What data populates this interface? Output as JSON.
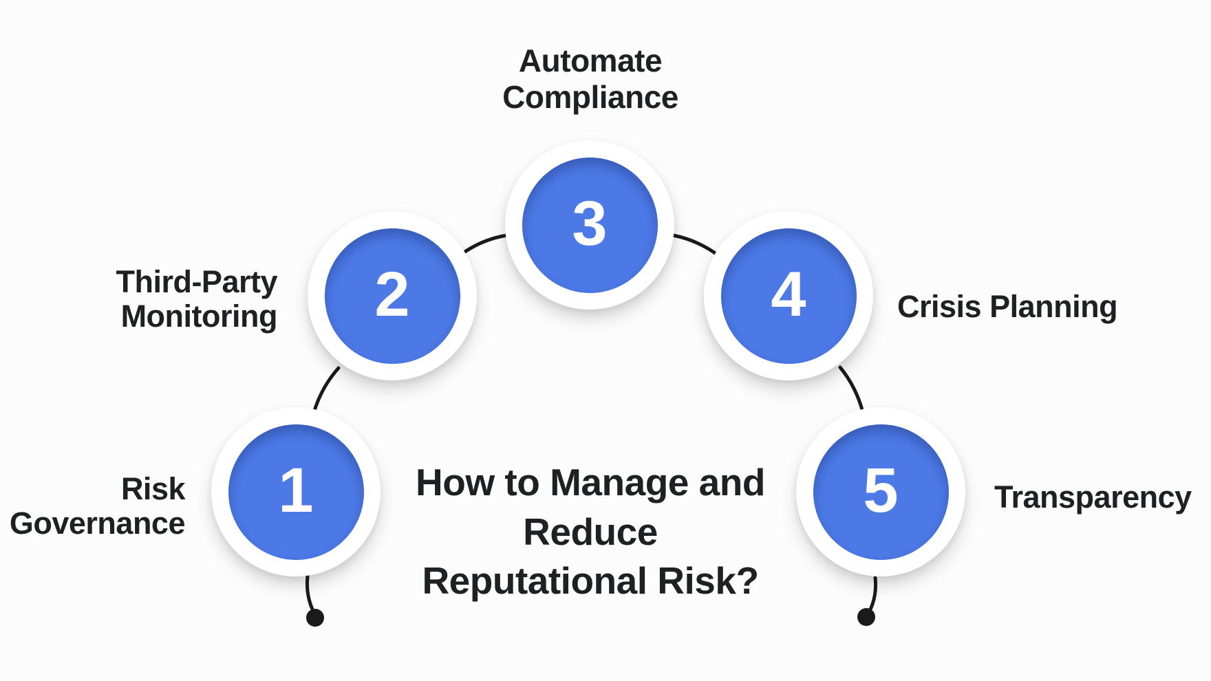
{
  "diagram": {
    "title": {
      "lines": [
        "How to Manage and",
        "Reduce",
        "Reputational Risk?"
      ]
    },
    "steps": [
      {
        "number": "1",
        "label_lines": [
          "Risk",
          "Governance"
        ]
      },
      {
        "number": "2",
        "label_lines": [
          "Third-Party",
          "Monitoring"
        ]
      },
      {
        "number": "3",
        "label_lines": [
          "Automate",
          "Compliance"
        ]
      },
      {
        "number": "4",
        "label_lines": [
          "Crisis Planning"
        ]
      },
      {
        "number": "5",
        "label_lines": [
          "Transparency"
        ]
      }
    ],
    "colors": {
      "circle_fill": "#4C79E6",
      "circle_ring": "#ffffff",
      "connector": "#1a1a1a",
      "text": "#1e2023",
      "number_text": "#ffffff",
      "background": "#fcfcfc"
    }
  }
}
